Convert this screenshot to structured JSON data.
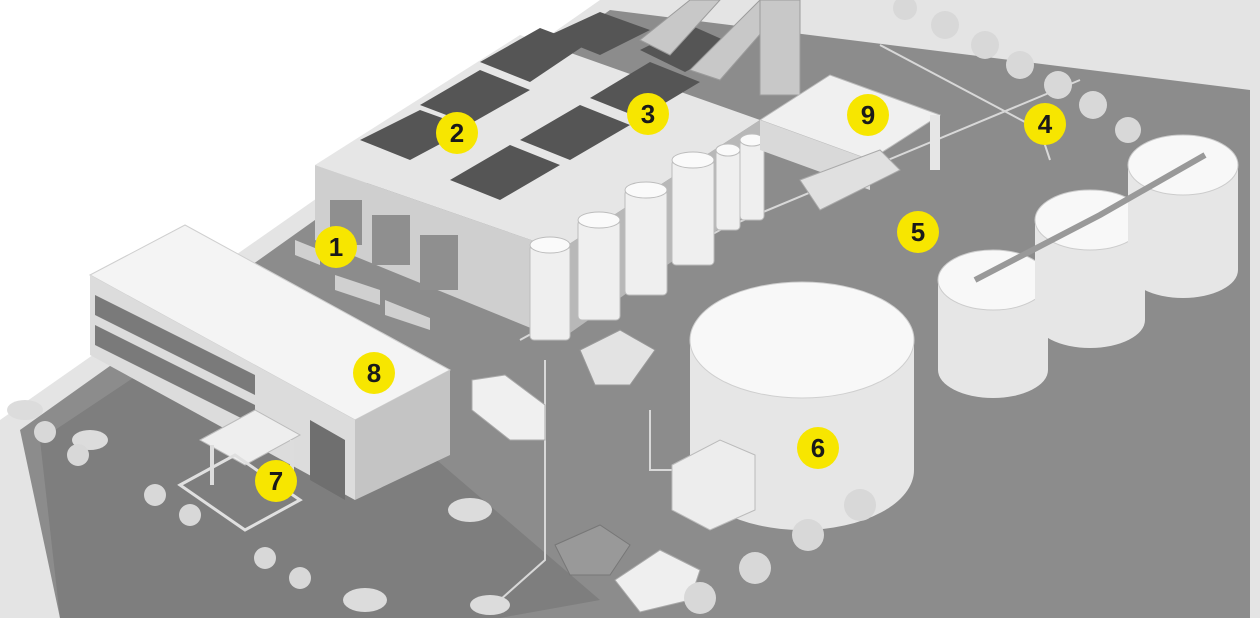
{
  "colors": {
    "marker_fill": "#f7e600",
    "marker_text": "#1a1a1a",
    "ground": "#8a8a8a",
    "road": "#7a7a7a",
    "building_light": "#f0f0f0",
    "building_mid": "#d2d2d2",
    "building_dark": "#b0b0b0"
  },
  "markers": [
    {
      "number": "1"
    },
    {
      "number": "2"
    },
    {
      "number": "3"
    },
    {
      "number": "4"
    },
    {
      "number": "5"
    },
    {
      "number": "6"
    },
    {
      "number": "7"
    },
    {
      "number": "8"
    },
    {
      "number": "9"
    }
  ]
}
